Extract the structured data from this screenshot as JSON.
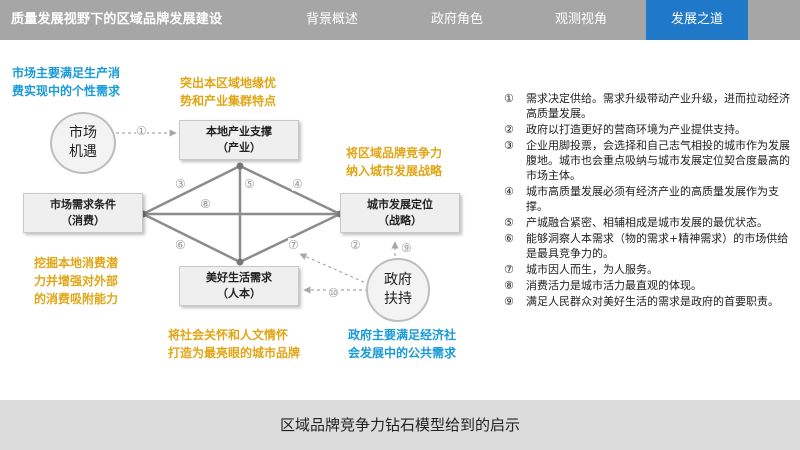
{
  "header": {
    "title": "质量发展视野下的区域品牌发展建设",
    "tabs": [
      {
        "label": "背景概述",
        "active": false
      },
      {
        "label": "政府角色",
        "active": false
      },
      {
        "label": "观测视角",
        "active": false
      },
      {
        "label": "发展之道",
        "active": true
      }
    ],
    "active_color": "#1f78c8",
    "bar_color": "#a6a6a6"
  },
  "diagram": {
    "nodes": {
      "market_opportunity": {
        "line1": "市场",
        "line2": "机遇"
      },
      "industry_support": {
        "line1": "本地产业支撑",
        "line2": "（产业）"
      },
      "market_demand": {
        "line1": "市场需求条件",
        "line2": "（消费）"
      },
      "city_positioning": {
        "line1": "城市发展定位",
        "line2": "（战略）"
      },
      "better_life": {
        "line1": "美好生活需求",
        "line2": "（人本）"
      },
      "government_support": {
        "line1": "政府",
        "line2": "扶持"
      }
    },
    "connector_labels": [
      "①",
      "②",
      "③",
      "④",
      "⑤",
      "⑥",
      "⑦",
      "⑧",
      "⑨",
      "⑩"
    ],
    "notes": {
      "top_left": [
        "市场主要满足生产消",
        "费实现中的个性需求"
      ],
      "top_middle": [
        "突出本区域地缘优",
        "势和产业集群特点"
      ],
      "right": [
        "将区域品牌竞争力",
        "纳入城市发展战略"
      ],
      "left": [
        "挖掘本地消费潜",
        "力并增强对外部",
        "的消费吸附能力"
      ],
      "bottom_middle": [
        "将社会关怀和人文情怀",
        "打造为最亮眼的城市品牌"
      ],
      "bottom_right": [
        "政府主要满足经济社",
        "会发展中的公共需求"
      ]
    },
    "colors": {
      "blue": "#1a9ad6",
      "gold": "#e1a617",
      "line": "#8c8c8c"
    }
  },
  "legend": [
    {
      "marker": "①",
      "text": "需求决定供给。需求升级带动产业升级，进而拉动经济高质量发展。"
    },
    {
      "marker": "②",
      "text": "政府以打造更好的营商环境为产业提供支持。"
    },
    {
      "marker": "③",
      "text": "企业用脚投票，会选择和自己志气相投的城市作为发展腹地。城市也会重点吸纳与城市发展定位契合度最高的市场主体。"
    },
    {
      "marker": "④",
      "text": "城市高质量发展必须有经济产业的高质量发展作为支撑。"
    },
    {
      "marker": "⑤",
      "text": "产城融合紧密、相辅相成是城市发展的最优状态。"
    },
    {
      "marker": "⑥",
      "text": "能够洞察人本需求（物的需求+精神需求）的市场供给是最具竞争力的。"
    },
    {
      "marker": "⑦",
      "text": "城市因人而生，为人服务。"
    },
    {
      "marker": "⑧",
      "text": "消费活力是城市活力最直观的体现。"
    },
    {
      "marker": "⑨",
      "text": "满足人民群众对美好生活的需求是政府的首要职责。"
    }
  ],
  "footer": {
    "title": "区域品牌竞争力钻石模型给到的启示"
  }
}
